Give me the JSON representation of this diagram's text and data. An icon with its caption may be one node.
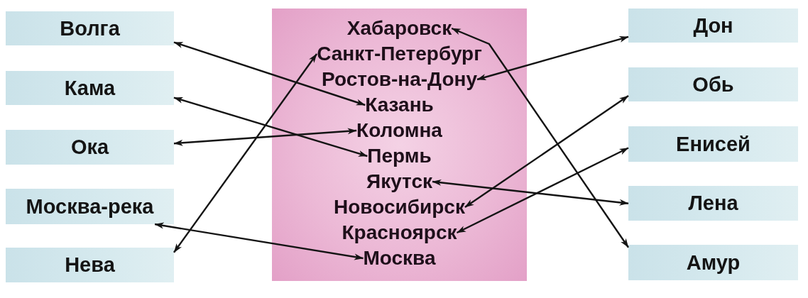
{
  "diagram": {
    "nodes": [
      {
        "text": [
          "Волга"
        ]
      },
      {
        "text": [
          "Кама"
        ]
      },
      {
        "text": [
          "Ока"
        ]
      },
      {
        "text": [
          "Москва-река"
        ]
      },
      {
        "text": [
          "Нева"
        ]
      },
      {
        "text": [],
        "shape": "box"
      },
      {
        "text": [
          "Хабаровск"
        ],
        "in": 5
      },
      {
        "text": [
          "Санкт-Петербург"
        ],
        "in": 5
      },
      {
        "text": [
          "Ростов-на-Дону"
        ],
        "in": 5
      },
      {
        "text": [
          "Казань"
        ],
        "in": 5
      },
      {
        "text": [
          "Коломна"
        ],
        "in": 5
      },
      {
        "text": [
          "Пермь"
        ],
        "in": 5
      },
      {
        "text": [
          "Якутск"
        ],
        "in": 5
      },
      {
        "text": [
          "Новосибирск"
        ],
        "in": 5
      },
      {
        "text": [
          "Красноярск"
        ],
        "in": 5
      },
      {
        "text": [
          "Москва"
        ],
        "in": 5
      },
      {
        "text": [
          "Дон"
        ]
      },
      {
        "text": [
          "Обь"
        ]
      },
      {
        "text": [
          "Енисей"
        ]
      },
      {
        "text": [
          "Лена"
        ]
      },
      {
        "text": [
          "Амур"
        ]
      }
    ],
    "edges": [
      {
        "from": 0,
        "to": 9,
        "arrow": "both"
      },
      {
        "from": 1,
        "to": 11,
        "arrow": "both"
      },
      {
        "from": 2,
        "to": 10,
        "arrow": "both"
      },
      {
        "from": 3,
        "to": 15,
        "arrow": "both"
      },
      {
        "from": 4,
        "to": 7,
        "arrow": "both"
      },
      {
        "from": 16,
        "to": 8,
        "arrow": "both"
      },
      {
        "from": 17,
        "to": 13,
        "arrow": "both"
      },
      {
        "from": 18,
        "to": 14,
        "arrow": "both"
      },
      {
        "from": 19,
        "to": 12,
        "arrow": "both"
      },
      {
        "from": 20,
        "to": 6,
        "arrow": "both"
      }
    ]
  }
}
